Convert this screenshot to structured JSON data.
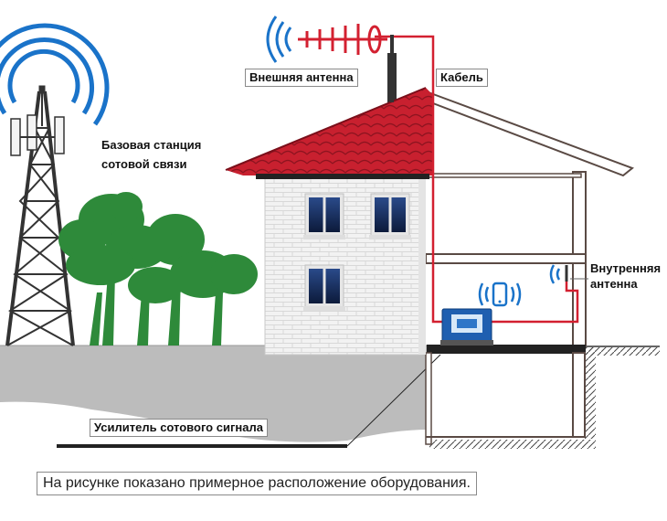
{
  "labels": {
    "external_antenna": "Внешняя антенна",
    "cable": "Кабель",
    "base_station_line1": "Базовая станция",
    "base_station_line2": "сотовой связи",
    "internal_antenna_line1": "Внутренняя",
    "internal_antenna_line2": "антенна",
    "amplifier": "Усилитель сотового сигнала"
  },
  "caption": "На рисунке показано примерное расположение оборудования.",
  "colors": {
    "signal_waves": "#1a73c9",
    "roof": "#c8202f",
    "cable": "#d32030",
    "trees": "#2e8a3a",
    "tower": "#333333",
    "ground": "#b8b8b8",
    "house_frame": "#5a4a44",
    "amplifier": "#1f5fb0"
  },
  "icons": [
    "cell-tower-icon",
    "yagi-antenna-icon",
    "phone-icon",
    "amplifier-icon",
    "indoor-antenna-icon"
  ]
}
